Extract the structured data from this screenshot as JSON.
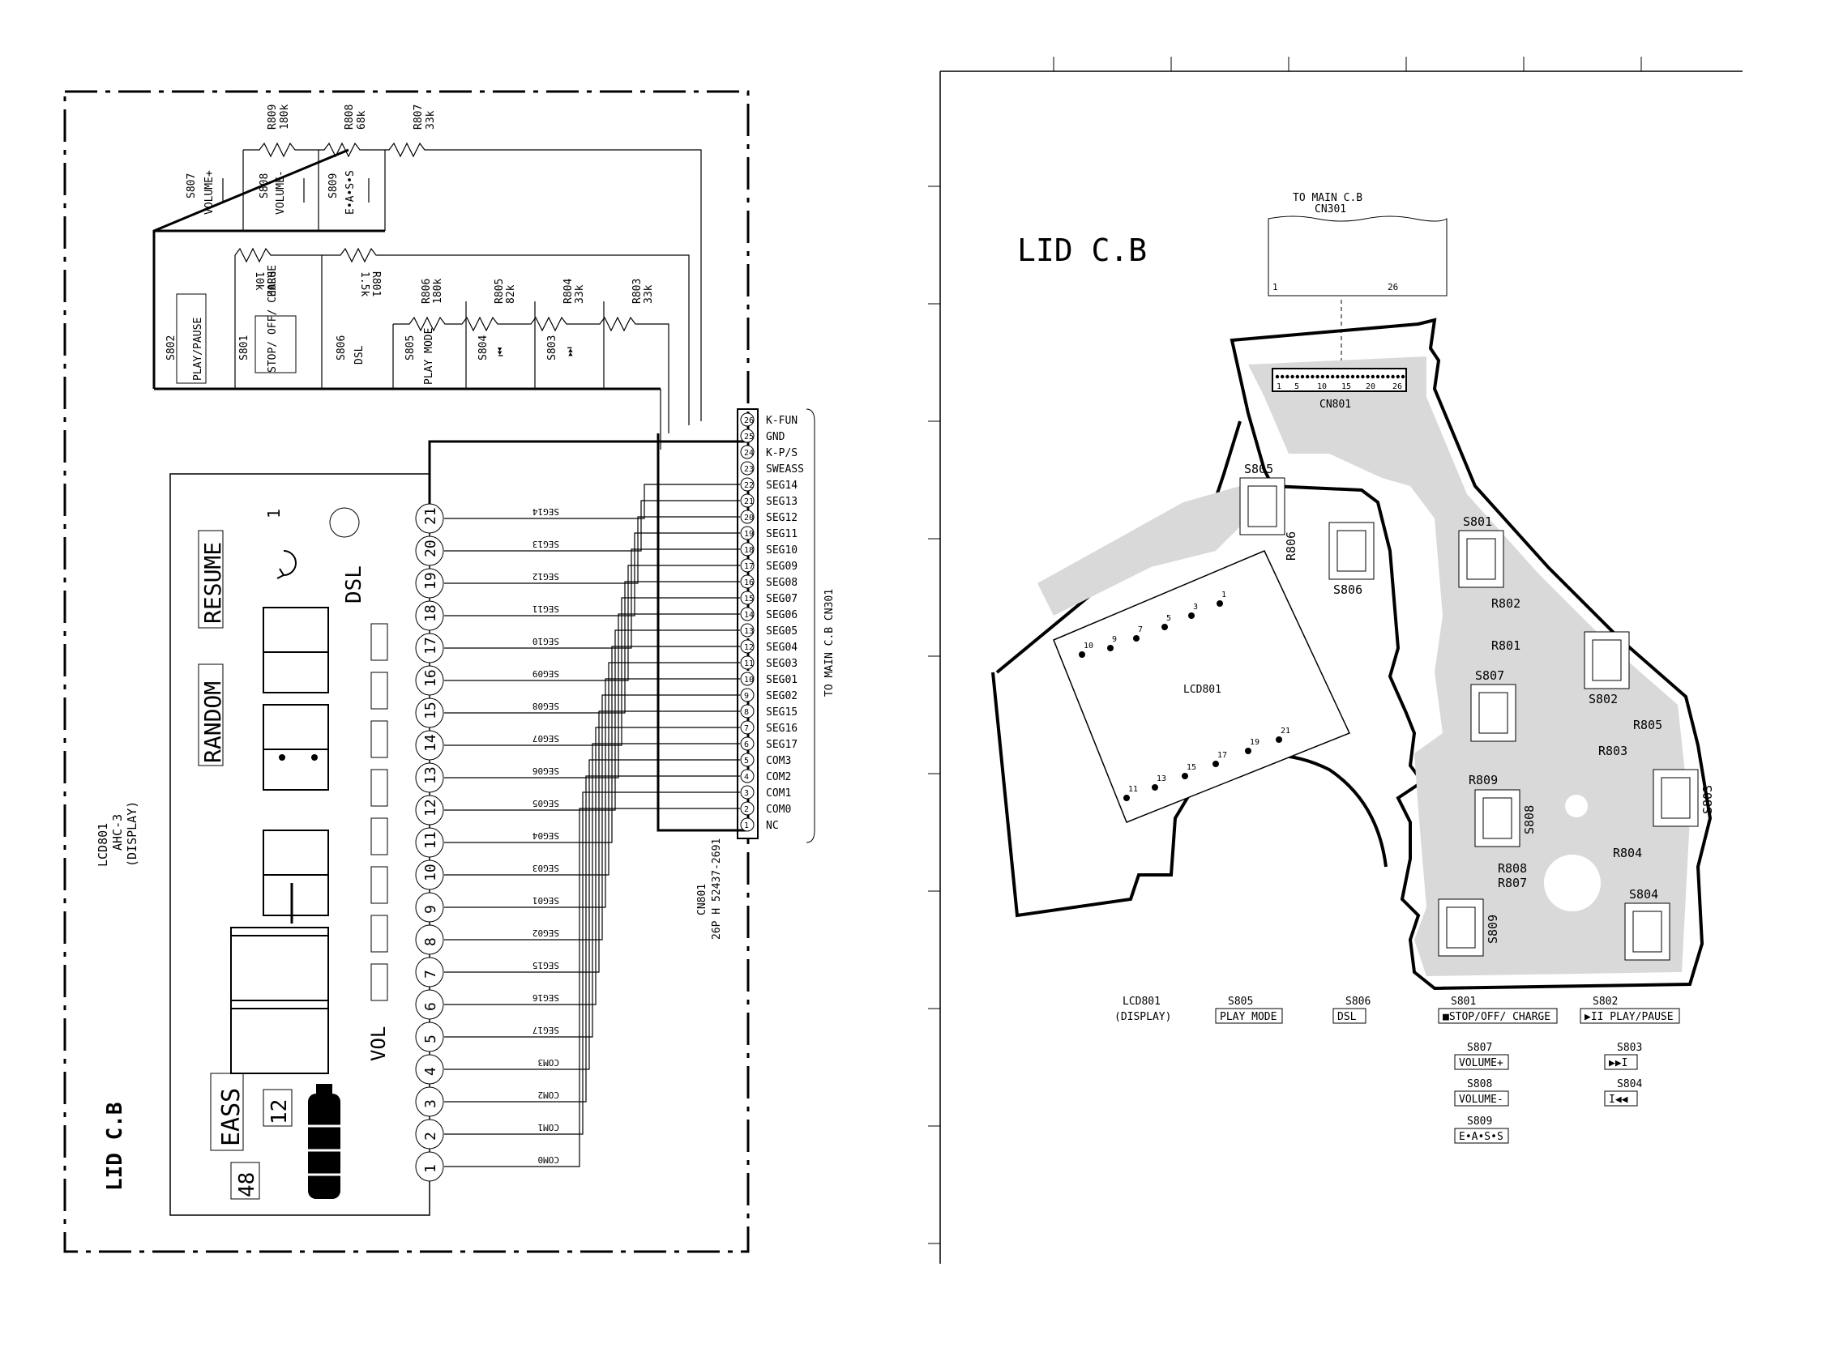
{
  "schematic": {
    "title": "LID C.B",
    "lcd": {
      "ref": "LCD801",
      "part": "AHC-3",
      "desc": "(DISPLAY)"
    },
    "lcd_legends": {
      "resume": "RESUME",
      "random": "RANDOM",
      "eass": "EASS",
      "dsl": "DSL",
      "vol": "VOL",
      "n12": "12",
      "n48": "48",
      "n1": "1"
    },
    "connector": {
      "ref": "CN801",
      "part": "26P H 52437-2691",
      "to": "TO MAIN C.B CN301"
    },
    "resistors_top": [
      {
        "ref": "R809",
        "value": "180k"
      },
      {
        "ref": "R808",
        "value": "68k"
      },
      {
        "ref": "R807",
        "value": "33k"
      }
    ],
    "resistors_mid": [
      {
        "ref": "R802",
        "value": "10k"
      },
      {
        "ref": "R801",
        "value": "1.5k"
      }
    ],
    "resistors_chain": [
      {
        "ref": "R806",
        "value": "180k"
      },
      {
        "ref": "R805",
        "value": "82k"
      },
      {
        "ref": "R804",
        "value": "33k"
      },
      {
        "ref": "R803",
        "value": "33k"
      }
    ],
    "switches_top": [
      {
        "ref": "S807",
        "label": "VOLUME+"
      },
      {
        "ref": "S808",
        "label": "VOLUME-"
      },
      {
        "ref": "S809",
        "label": "E•A•S•S"
      }
    ],
    "switches_mid": [
      {
        "ref": "S802",
        "label": "PLAY/PAUSE"
      },
      {
        "ref": "S801",
        "label": "STOP/ OFF/ CHARGE"
      },
      {
        "ref": "S806",
        "label": "DSL"
      },
      {
        "ref": "S805",
        "label": "PLAY MODE"
      },
      {
        "ref": "S804",
        "label": "⏮"
      },
      {
        "ref": "S803",
        "label": "⏭"
      }
    ],
    "pin_signals": [
      "NC",
      "COM0",
      "COM1",
      "COM2",
      "COM3",
      "SEG17",
      "SEG16",
      "SEG15",
      "SEG02",
      "SEG01",
      "SEG03",
      "SEG04",
      "SEG05",
      "SEG06",
      "SEG07",
      "SEG08",
      "SEG09",
      "SEG10",
      "SEG11",
      "SEG12",
      "SEG13",
      "SEG14",
      "SWEASS",
      "K-P/S",
      "GND",
      "K-FUN"
    ],
    "lcd_pin_numbers": [
      "1",
      "2",
      "3",
      "4",
      "5",
      "6",
      "7",
      "8",
      "9",
      "10",
      "11",
      "12",
      "13",
      "14",
      "15",
      "16",
      "17",
      "18",
      "19",
      "20",
      "21"
    ],
    "lcd_pin_signals": [
      "COM0",
      "COM1",
      "COM2",
      "COM3",
      "SEG17",
      "SEG16",
      "SEG15",
      "SEG02",
      "SEG01",
      "SEG03",
      "SEG04",
      "SEG05",
      "SEG06",
      "SEG07",
      "SEG08",
      "SEG09",
      "SEG10",
      "SEG11",
      "SEG12",
      "SEG13",
      "SEG14"
    ]
  },
  "pcb": {
    "title": "LID C.B",
    "to_main": "TO MAIN C.B",
    "cn301": "CN301",
    "pin_first": "1",
    "pin_last": "26",
    "cn801": "CN801",
    "cn_pin_marks": [
      "1",
      "5",
      "10",
      "15",
      "20",
      "26"
    ],
    "lcd_ref": "LCD801",
    "lcd_pins": [
      "1",
      "3",
      "5",
      "7",
      "9",
      "10",
      "11",
      "13",
      "15",
      "17",
      "19",
      "21"
    ],
    "switch_refs": [
      "S805",
      "S806",
      "S801",
      "S802",
      "S807",
      "S808",
      "S803",
      "S809",
      "S804"
    ],
    "resistor_refs": [
      "R806",
      "R802",
      "R801",
      "R805",
      "R803",
      "R809",
      "R804",
      "R808",
      "R807"
    ],
    "legend": [
      {
        "ref": "LCD801",
        "label": "(DISPLAY)"
      },
      {
        "ref": "S805",
        "label": "PLAY MODE"
      },
      {
        "ref": "S806",
        "label": "DSL"
      },
      {
        "ref": "S801",
        "label": "■STOP/OFF/ CHARGE"
      },
      {
        "ref": "S802",
        "label": "▶II PLAY/PAUSE"
      },
      {
        "ref": "S807",
        "label": "VOLUME+"
      },
      {
        "ref": "S803",
        "label": "▶▶I"
      },
      {
        "ref": "S808",
        "label": "VOLUME-"
      },
      {
        "ref": "S804",
        "label": "I◀◀"
      },
      {
        "ref": "S809",
        "label": "E•A•S•S"
      }
    ]
  }
}
